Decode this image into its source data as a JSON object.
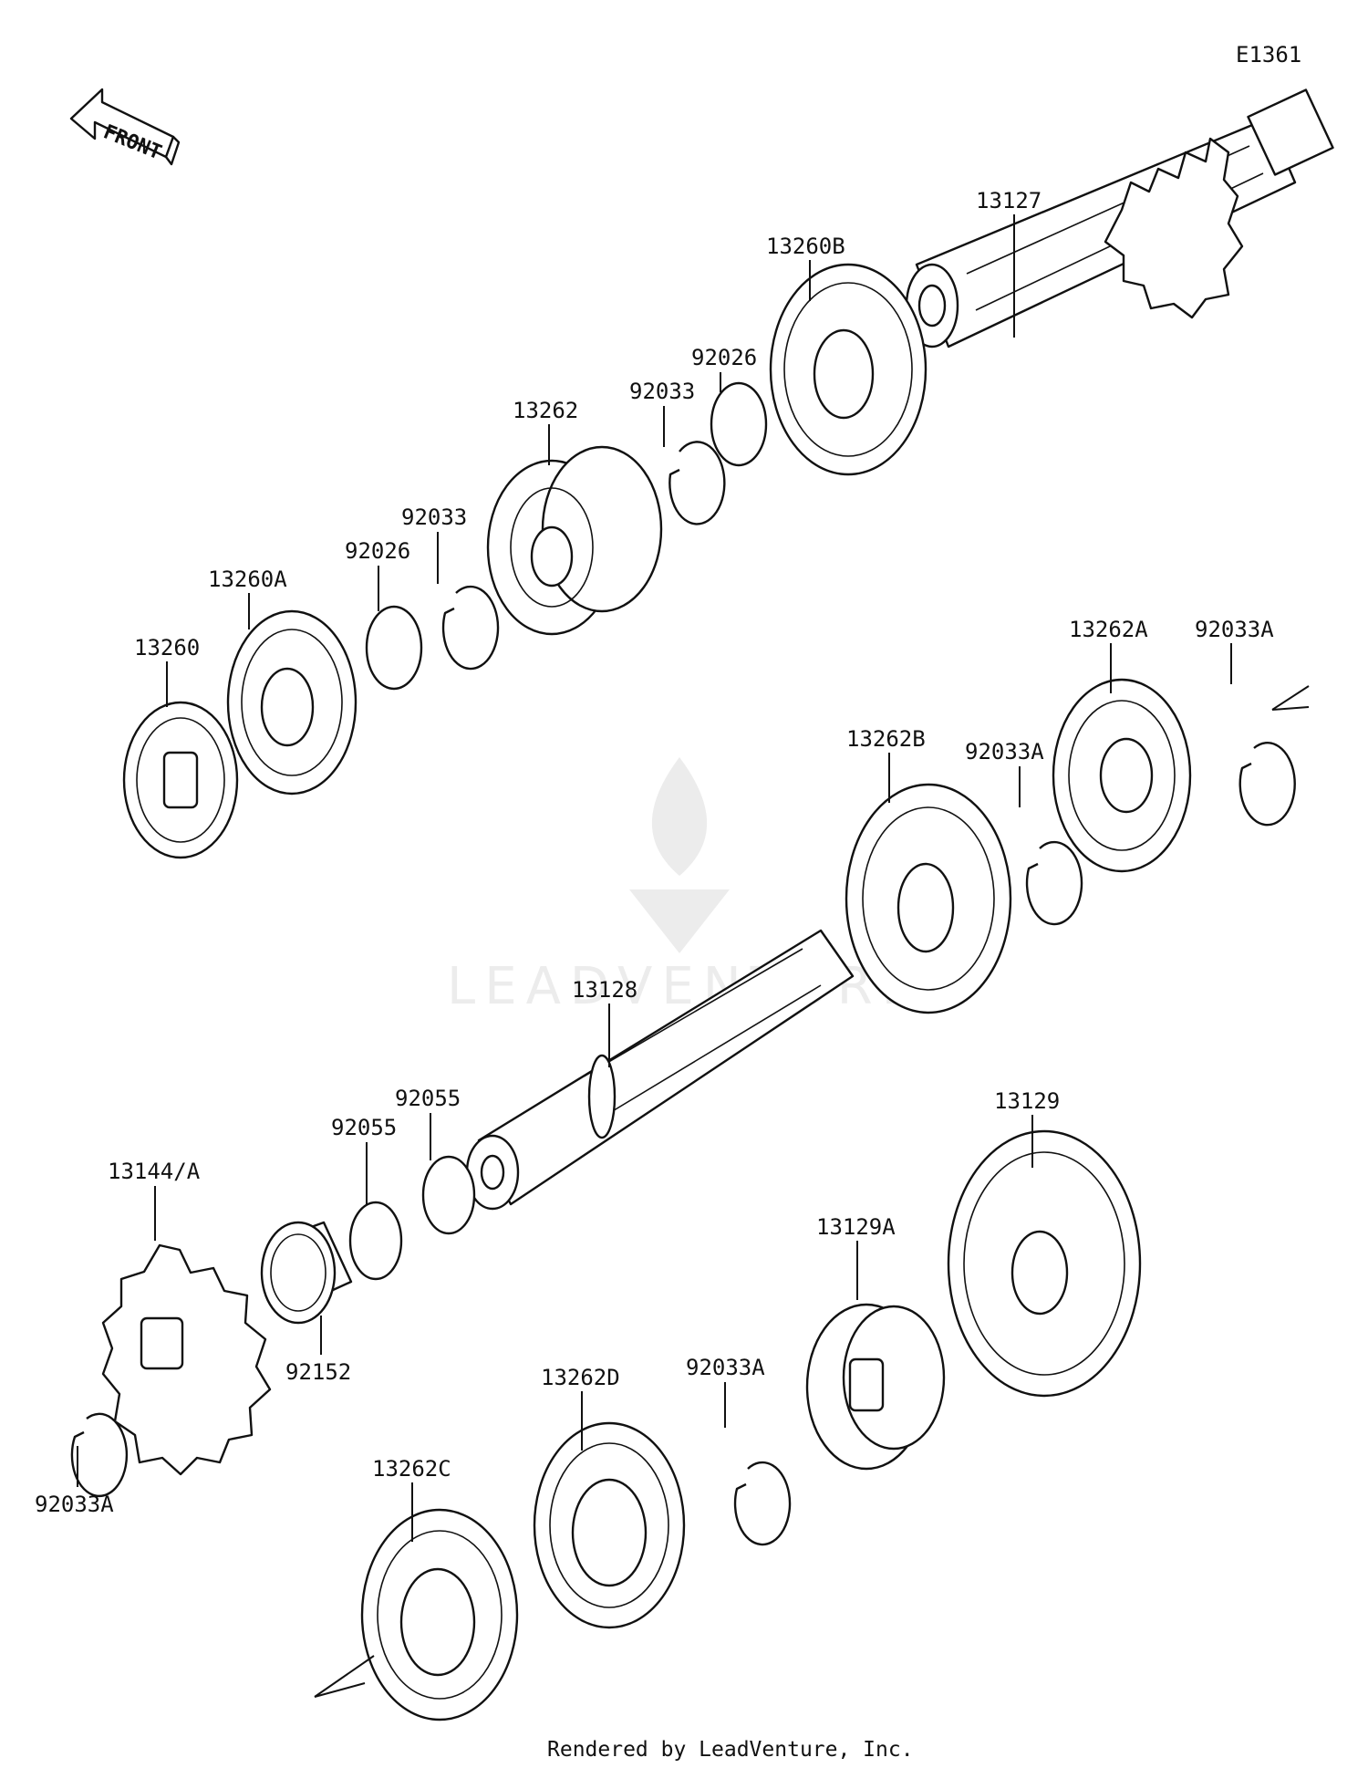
{
  "diagram_id": "E1361",
  "front_label": "FRONT",
  "watermark": "LEADVENTURE",
  "footer": "Rendered by LeadVenture, Inc.",
  "labels": {
    "p13127": "13127",
    "p13260B": "13260B",
    "p92026_top": "92026",
    "p92033_top": "92033",
    "p13262": "13262",
    "p92033_mid": "92033",
    "p92026_mid": "92026",
    "p13260A": "13260A",
    "p13260": "13260",
    "p13262A": "13262A",
    "p92033A_r": "92033A",
    "p13262B": "13262B",
    "p92033A_m": "92033A",
    "p13128": "13128",
    "p92055_a": "92055",
    "p92055_b": "92055",
    "p13144A": "13144/A",
    "p92152": "92152",
    "p92033A_l": "92033A",
    "p13129": "13129",
    "p13129A": "13129A",
    "p92033A_b": "92033A",
    "p13262D": "13262D",
    "p13262C": "13262C"
  }
}
